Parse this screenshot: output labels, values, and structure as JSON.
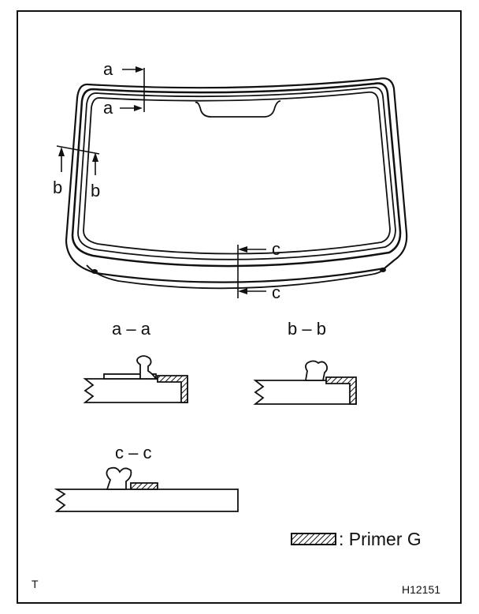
{
  "labels": {
    "a_top": "a",
    "a_bottom": "a",
    "b_left": "b",
    "b_right": "b",
    "c_top": "c",
    "c_bottom": "c"
  },
  "sections": {
    "aa": "a – a",
    "bb": "b – b",
    "cc": "c – c"
  },
  "legend": {
    "text": ": Primer G"
  },
  "corner": {
    "left": "T",
    "right": "H12151"
  },
  "colors": {
    "ink": "#111111",
    "paper": "#ffffff"
  }
}
